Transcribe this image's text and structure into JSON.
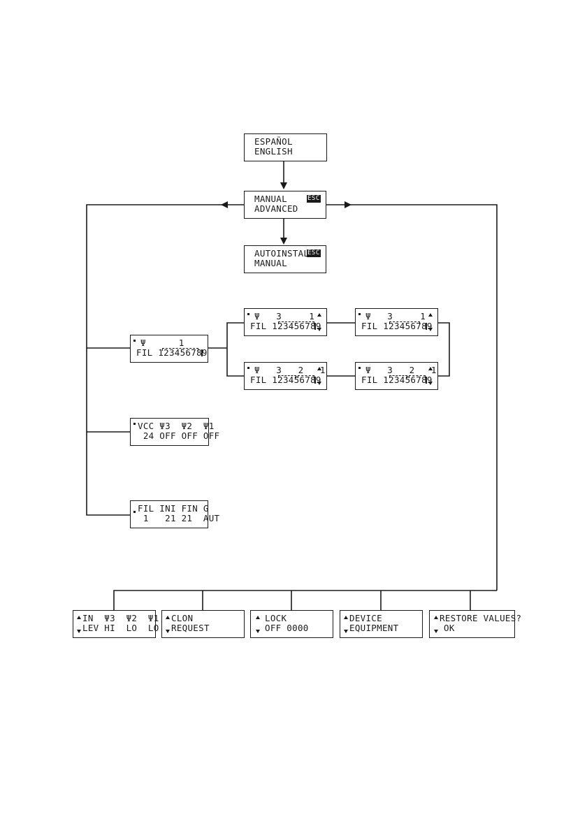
{
  "language_screen": {
    "line1": "ESPAÑOL",
    "line2": "ENGLISH"
  },
  "mode_screen": {
    "line1": "MANUAL",
    "line2": "ADVANCED",
    "badge": "ESC"
  },
  "install_screen": {
    "line1": "AUTOINSTALL",
    "line2": "MANUAL",
    "badge": "ESC"
  },
  "filter_main": {
    "line1": "Ψ      1",
    "line2": "FIL 123456789"
  },
  "filter_band_a": {
    "line1": "Ψ   3     1",
    "line2": "FIL 123456789"
  },
  "filter_band_b": {
    "line1": "Ψ   3     1",
    "line2": "FIL 123456789"
  },
  "filter_band_c": {
    "line1": "Ψ   3   2   1",
    "line2": "FIL 123456789"
  },
  "filter_band_d": {
    "line1": "Ψ   3   2   1",
    "line2": "FIL 123456789"
  },
  "vcc_screen": {
    "line1": "VCC Ψ3  Ψ2  Ψ1",
    "line2": " 24 OFF OFF OFF"
  },
  "fil_ini_screen": {
    "line1": "FIL INI FIN G",
    "line2": " 1   21 21  AUT"
  },
  "level_screen": {
    "line1": "IN  Ψ3  Ψ2  Ψ1",
    "line2": "LEV HI  LO  LO"
  },
  "clon_screen": {
    "line1": "CLON",
    "line2": "REQUEST"
  },
  "lock_screen": {
    "line1": "LOCK",
    "line2": "OFF 0000"
  },
  "device_screen": {
    "line1": "DEVICE",
    "line2": "EQUIPMENT"
  },
  "restore_screen": {
    "line1": "RESTORE VALUES?",
    "line2": "OK"
  }
}
